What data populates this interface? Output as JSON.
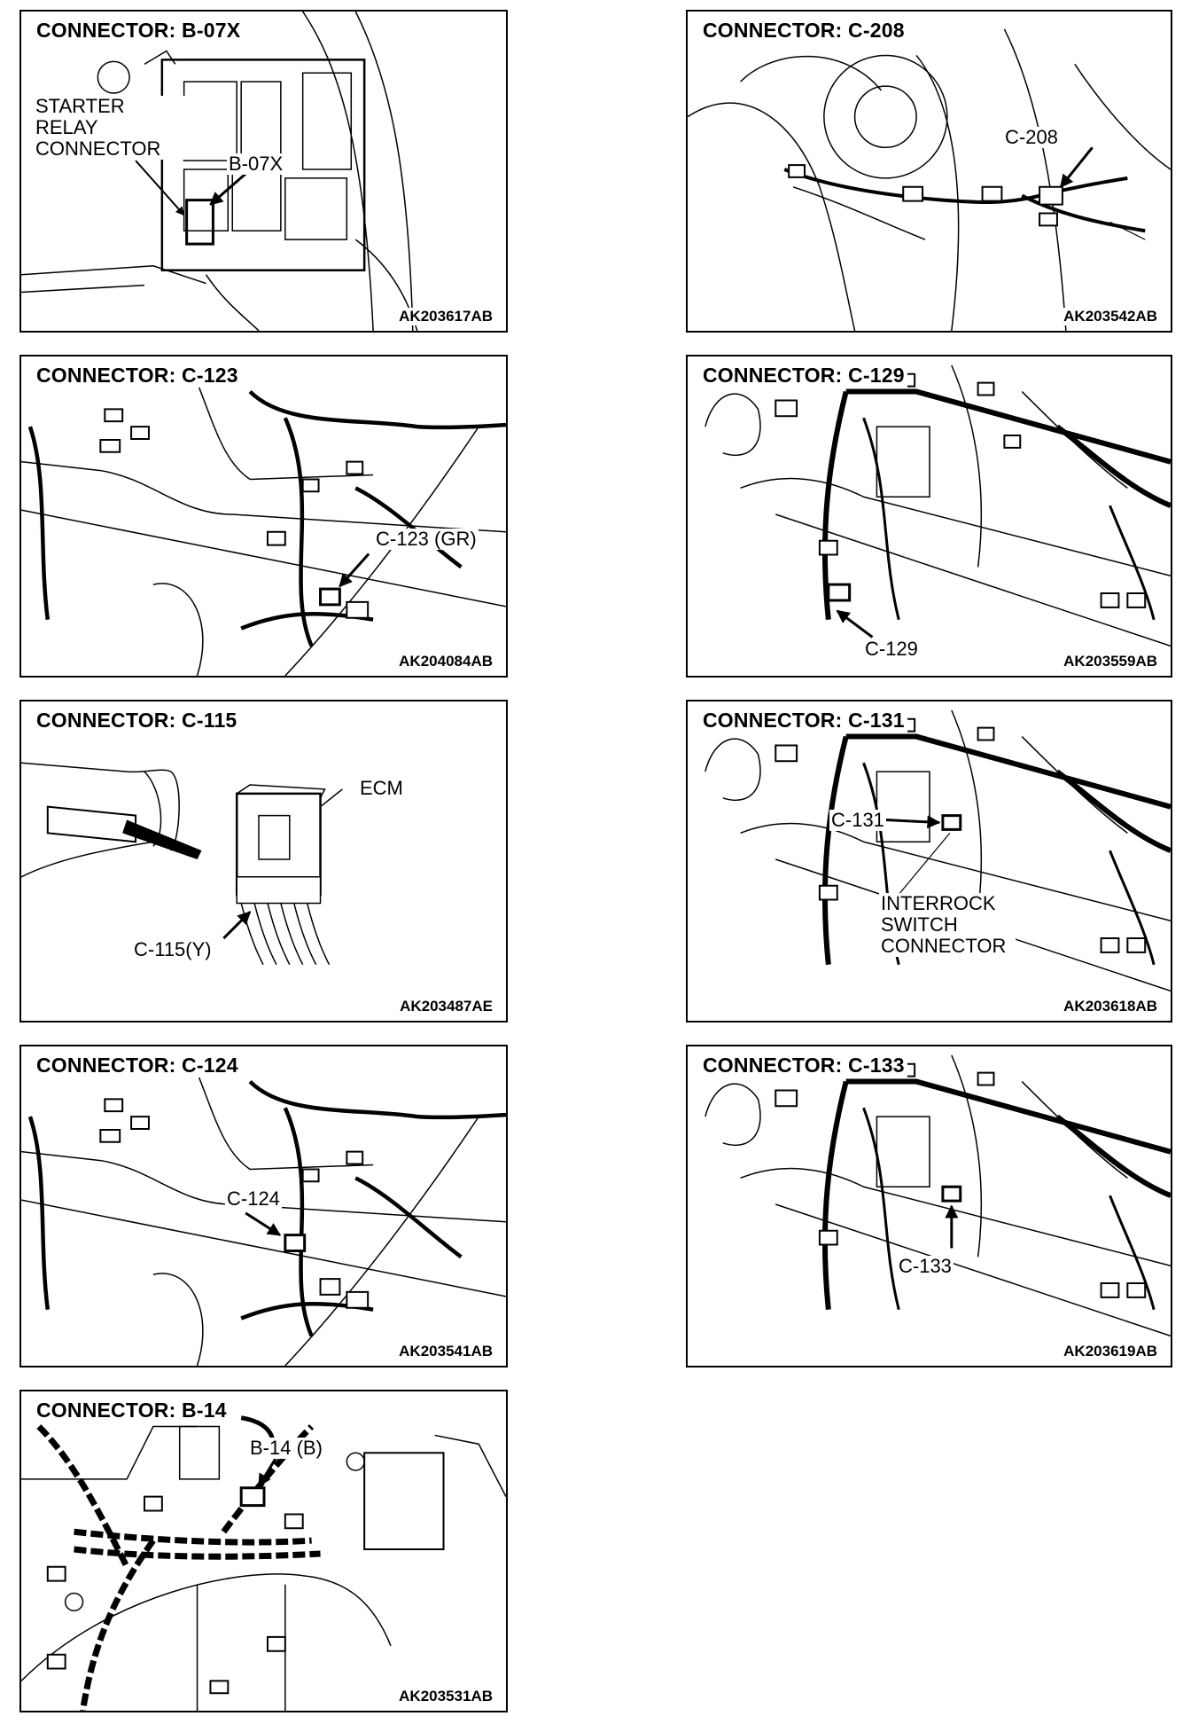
{
  "panels": [
    {
      "id": "b07x",
      "title": "CONNECTOR: B-07X",
      "code": "AK203617AB",
      "labels": [
        "STARTER RELAY CONNECTOR",
        "B-07X"
      ]
    },
    {
      "id": "c208",
      "title": "CONNECTOR: C-208",
      "code": "AK203542AB",
      "labels": [
        "C-208"
      ]
    },
    {
      "id": "c123",
      "title": "CONNECTOR: C-123",
      "code": "AK204084AB",
      "labels": [
        "C-123 (GR)"
      ]
    },
    {
      "id": "c129",
      "title": "CONNECTOR: C-129",
      "code": "AK203559AB",
      "labels": [
        "C-129"
      ]
    },
    {
      "id": "c115",
      "title": "CONNECTOR: C-115",
      "code": "AK203487AE",
      "labels": [
        "ECM",
        "C-115(Y)"
      ]
    },
    {
      "id": "c131",
      "title": "CONNECTOR: C-131",
      "code": "AK203618AB",
      "labels": [
        "C-131",
        "INTERROCK SWITCH CONNECTOR"
      ]
    },
    {
      "id": "c124",
      "title": "CONNECTOR: C-124",
      "code": "AK203541AB",
      "labels": [
        "C-124"
      ]
    },
    {
      "id": "c133",
      "title": "CONNECTOR: C-133",
      "code": "AK203619AB",
      "labels": [
        "C-133"
      ]
    },
    {
      "id": "b14",
      "title": "CONNECTOR: B-14",
      "code": "AK203531AB",
      "labels": [
        "B-14 (B)"
      ]
    }
  ]
}
